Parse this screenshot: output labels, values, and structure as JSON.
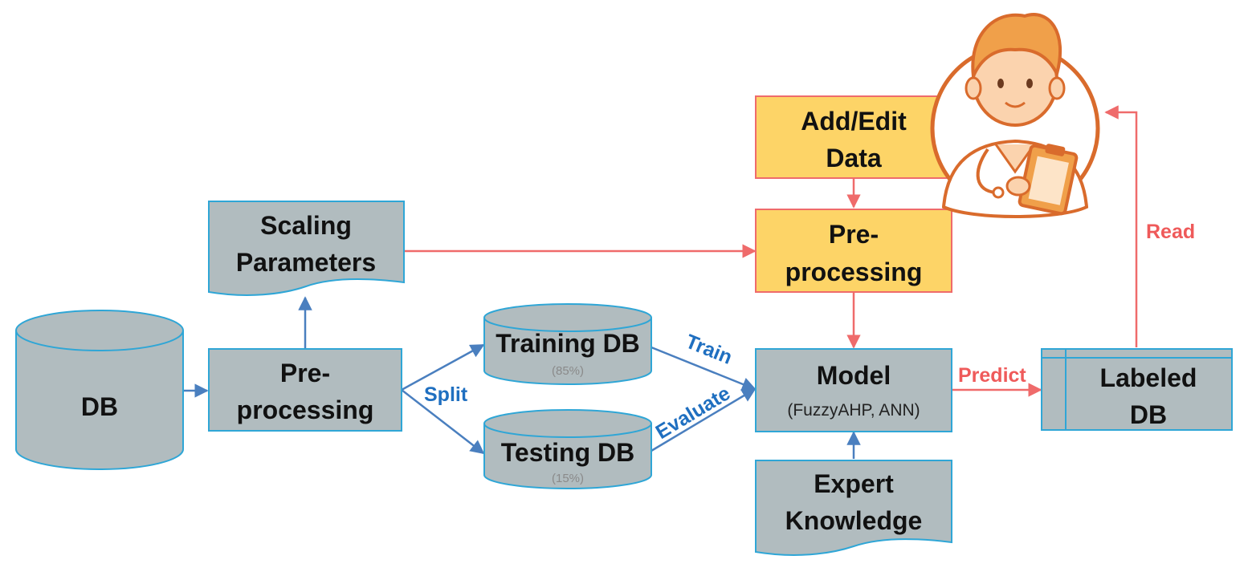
{
  "nodes": {
    "db": {
      "label": "DB"
    },
    "preprocessing_left": {
      "line1": "Pre-",
      "line2": "processing"
    },
    "scaling_parameters": {
      "line1": "Scaling",
      "line2": "Parameters"
    },
    "training_db": {
      "label": "Training DB",
      "percent": "(85%)"
    },
    "testing_db": {
      "label": "Testing DB",
      "percent": "(15%)"
    },
    "add_edit_data": {
      "line1": "Add/Edit",
      "line2": "Data"
    },
    "preprocessing_right": {
      "line1": "Pre-",
      "line2": "processing"
    },
    "model": {
      "label": "Model",
      "detail": "(FuzzyAHP, ANN)"
    },
    "expert_knowledge": {
      "line1": "Expert",
      "line2": "Knowledge"
    },
    "labeled_db": {
      "line1": "Labeled",
      "line2": "DB"
    }
  },
  "edges": {
    "split": "Split",
    "train": "Train",
    "evaluate": "Evaluate",
    "predict": "Predict",
    "read": "Read"
  },
  "colors": {
    "node_fill": "#b1bcbf",
    "node_stroke": "#2fa6d6",
    "highlight_fill": "#fdd467",
    "highlight_stroke": "#ef6b6b",
    "flow_blue": "#4a7fbf",
    "flow_red": "#ef6b6b",
    "doctor_outline": "#d96b2c",
    "doctor_skin": "#fbd3ae"
  }
}
